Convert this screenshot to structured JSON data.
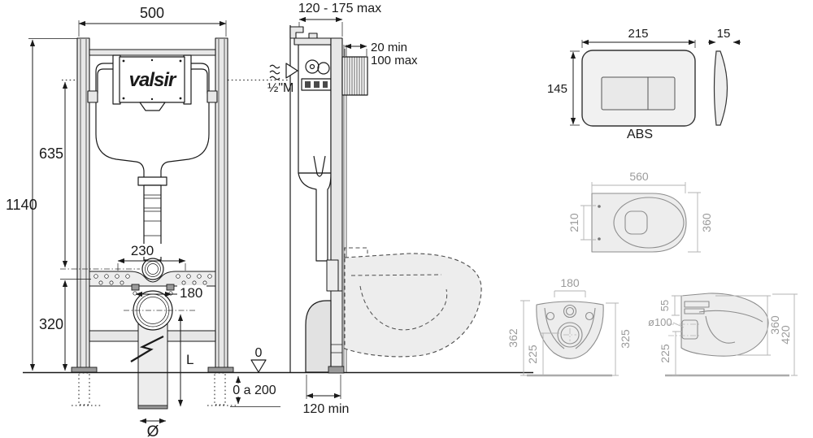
{
  "brand": "valsir",
  "views": {
    "frame_front": {
      "dim_width": "500",
      "dim_total_height": "1140",
      "dim_cistern_height": "635",
      "dim_flush_pipe_offset": "230",
      "dim_bolt_spacing": "180",
      "dim_outlet_height": "320",
      "dim_pipe_length": "L",
      "dim_pipe_diameter": "Ø",
      "datum_level": "0",
      "dim_leg_adjust": "0 a 200"
    },
    "frame_side": {
      "dim_depth_range": "120 - 175 max",
      "dim_inlet_protrusion_min": "20 min",
      "dim_inlet_protrusion_max": "100 max",
      "water_connection": "½\"M",
      "dim_front_clearance": "120 min"
    },
    "flush_plate": {
      "dim_width": "215",
      "dim_thickness": "15",
      "dim_height": "145",
      "material": "ABS"
    },
    "bowl_top": {
      "dim_depth": "560",
      "dim_fixing_spacing": "210",
      "dim_width": "360"
    },
    "bowl_back": {
      "dim_fixing_spacing": "180",
      "dim_height": "362",
      "dim_outlet_height": "225",
      "dim_rim_height": "325"
    },
    "bowl_side": {
      "dim_top_section": "55",
      "dim_outlet_diameter": "ø100",
      "dim_outlet_height": "225",
      "dim_bowl_height": "360",
      "dim_total_height": "420"
    }
  }
}
